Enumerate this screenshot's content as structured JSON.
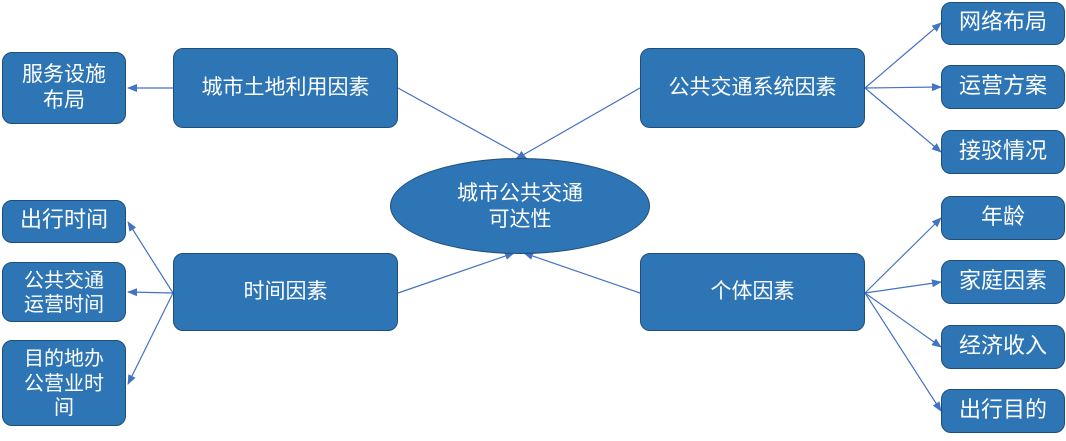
{
  "diagram": {
    "center": "城市公共交通\n可达性",
    "factors": {
      "land_use": "城市土地利用因素",
      "transit": "公共交通系统因素",
      "time": "时间因素",
      "individual": "个体因素"
    },
    "land_use_children": [
      "服务设施\n布局"
    ],
    "transit_children": [
      "网络布局",
      "运营方案",
      "接驳情况"
    ],
    "time_children": [
      "出行时间",
      "公共交通\n运营时间",
      "目的地办\n公营业时\n间"
    ],
    "individual_children": [
      "年龄",
      "家庭因素",
      "经济收入",
      "出行目的"
    ],
    "colors": {
      "fill": "#2e75b6",
      "border": "#1f4e79",
      "edge": "#4472c4",
      "text": "#ffffff"
    }
  }
}
